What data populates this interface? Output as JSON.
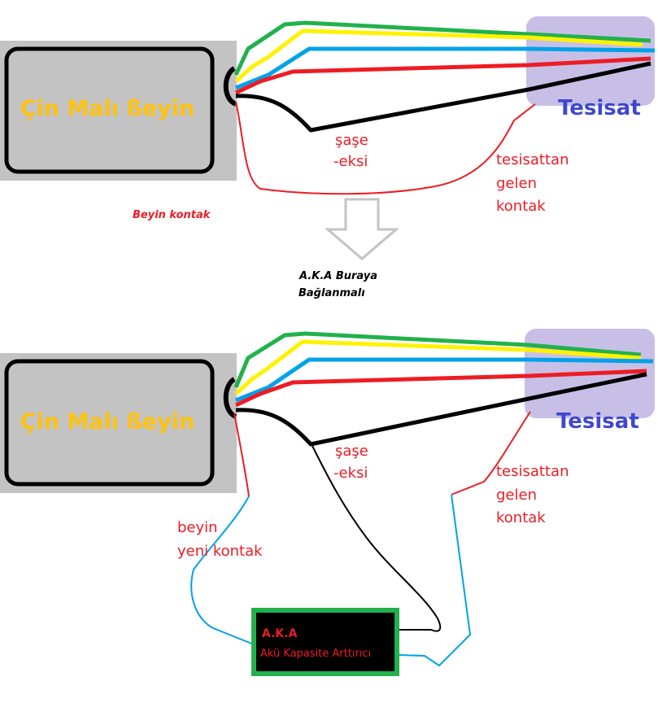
{
  "colors": {
    "brain_fill": "#c3c3c3",
    "brain_text": "#ffc20e",
    "tesisat_fill": "#c8bfe7",
    "tesisat_text": "#3f48cc",
    "wire_green": "#22b14c",
    "wire_yellow": "#fff200",
    "wire_blue": "#00a2e8",
    "wire_red": "#ed1c24",
    "wire_black": "#000000",
    "label_red": "#ed1c24",
    "aka_box_fill": "#000000",
    "aka_box_border": "#22b14c",
    "aka_text": "#ed1c24",
    "arrow_stroke": "#c3c3c3"
  },
  "top": {
    "brain_label": "Çin Malı ßeyin",
    "tesisat_label": "Tesisat",
    "ground_label_line1": "şaşe",
    "ground_label_line2": "-eksi",
    "contact_label_line1": "tesisattan",
    "contact_label_line2": "gelen",
    "contact_label_line3": "kontak",
    "brain_contact_label": "Beyin kontak"
  },
  "arrow": {
    "caption_line1": "A.K.A Buraya",
    "caption_line2": "Bağlanmalı"
  },
  "bottom": {
    "brain_label": "Çin Malı ßeyin",
    "tesisat_label": "Tesisat",
    "ground_label_line1": "şaşe",
    "ground_label_line2": "-eksi",
    "contact_label_line1": "tesisattan",
    "contact_label_line2": "gelen",
    "contact_label_line3": "kontak",
    "new_contact_line1": "beyin",
    "new_contact_line2": "yeni kontak",
    "aka_title": "A.K.A",
    "aka_subtitle": "Akü Kapasite Arttırıcı"
  }
}
